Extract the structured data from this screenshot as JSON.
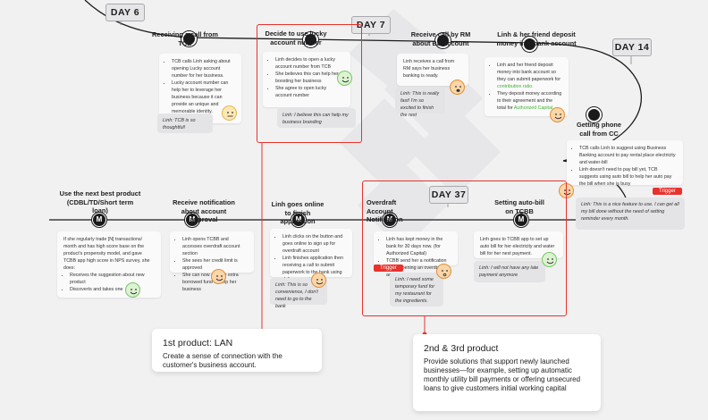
{
  "days": [
    "DAY 6",
    "DAY 7",
    "DAY 14",
    "DAY 37"
  ],
  "steps_top": [
    {
      "title": "Receiving  a call from TCB",
      "bullets": [
        "TCB calls Linh asking about opening Lucky account number for her business.",
        "Lucky account number can help her to leverage her business because it can provide an unique and memorable identity."
      ],
      "quote": "Linh: TCB is so thoughtful!"
    },
    {
      "title": "Decide to use lucky account number",
      "bullets": [
        "Linh decides to open a lucky account number from TCB",
        "She believes this can help her boosting her business",
        "She agree to open lucky account number"
      ],
      "quote": "Linh: I believe this can help my business branding"
    },
    {
      "title": "Receive call by RM about BB account",
      "body": "Linh receives a call from RM says her business banking is ready.",
      "quote": "Linh: This is really fast! I'm so excited to finish the rest"
    },
    {
      "title": "Linh & her friend deposit money into bank account",
      "bullets": [
        "Linh and her friend deposit money into bank account so they can submit paperwork for ",
        "They deposit money according to their agreement and the total for "
      ],
      "green1": "contribution ratio.",
      "green2": "Authorized Capital."
    },
    {
      "title": "Getting phone call from CC",
      "bullets": [
        "TCB calls Linh to suggest using Business Banking account to pay rental place electricity and water-bill",
        "Linh doesn't need to pay bill yet, TCB suggests using auto bill to help her auto pay the bill when she is busy"
      ],
      "trigger": "Trigger",
      "quote": "Linh: This is a nice feature to use. I can get all my bill done without the need of setting reminder every month."
    }
  ],
  "steps_bottom": [
    {
      "title": "Use the next best product (CDBL/TD/Short term loan)",
      "intro": "If she regularly trade [N] transactions/ month and has high score base on the product's propensity model, and gave TCBB app high score in NPS survey, she does:",
      "bullets": [
        "Receives the suggestion about new product",
        "Discoverts and takes one"
      ]
    },
    {
      "title": "Receive notification about account approval",
      "bullets": [
        "Linh opens TCBB and accesses overdraft account section",
        "She sees her credit limit is approved",
        "She can now use the extra borrowed fund to help her business"
      ]
    },
    {
      "title": "Linh goes online to finish application",
      "bullets": [
        "Linh clicks on the button and goes online to sign up for overdraft account",
        "Linh finishes application then receiving a call to submit paperwork to the bank using delivery service"
      ],
      "quote": "Linh: This is so convenience, I don't need to go to the bank"
    },
    {
      "title": "Overdraft Account Notification",
      "bullets": [
        "Linh has kept money in the bank for 30 days now. (for Authorized Capital)",
        "TCBB send her a notification about opening an overdraft account"
      ],
      "trigger": "Trigger",
      "quote": "Linh: I need some temporary fund for my restaurant for the ingredients."
    },
    {
      "title": "Setting auto-bill on TCBB",
      "body": "Linh goes to TCBB app to set up auto bill for her electricity and water bill for her next payment.",
      "quote": "Linh: I will not have any late payment anymore"
    }
  ],
  "markers": [
    "M",
    "M",
    "M",
    "M",
    "M"
  ],
  "callouts": [
    {
      "title": "1st product: LAN",
      "text": "Create a sense of connection with the customer's business account."
    },
    {
      "title": "2nd & 3rd product",
      "text": "Provide solutions that support newly launched businesses—for example, setting up automatic monthly utility bill payments or offering unsecured loans to give customers initial working capital"
    }
  ],
  "colors": {
    "accent_red": "#e8322c",
    "green_text": "#3fb337",
    "line": "#1b1b1d"
  }
}
